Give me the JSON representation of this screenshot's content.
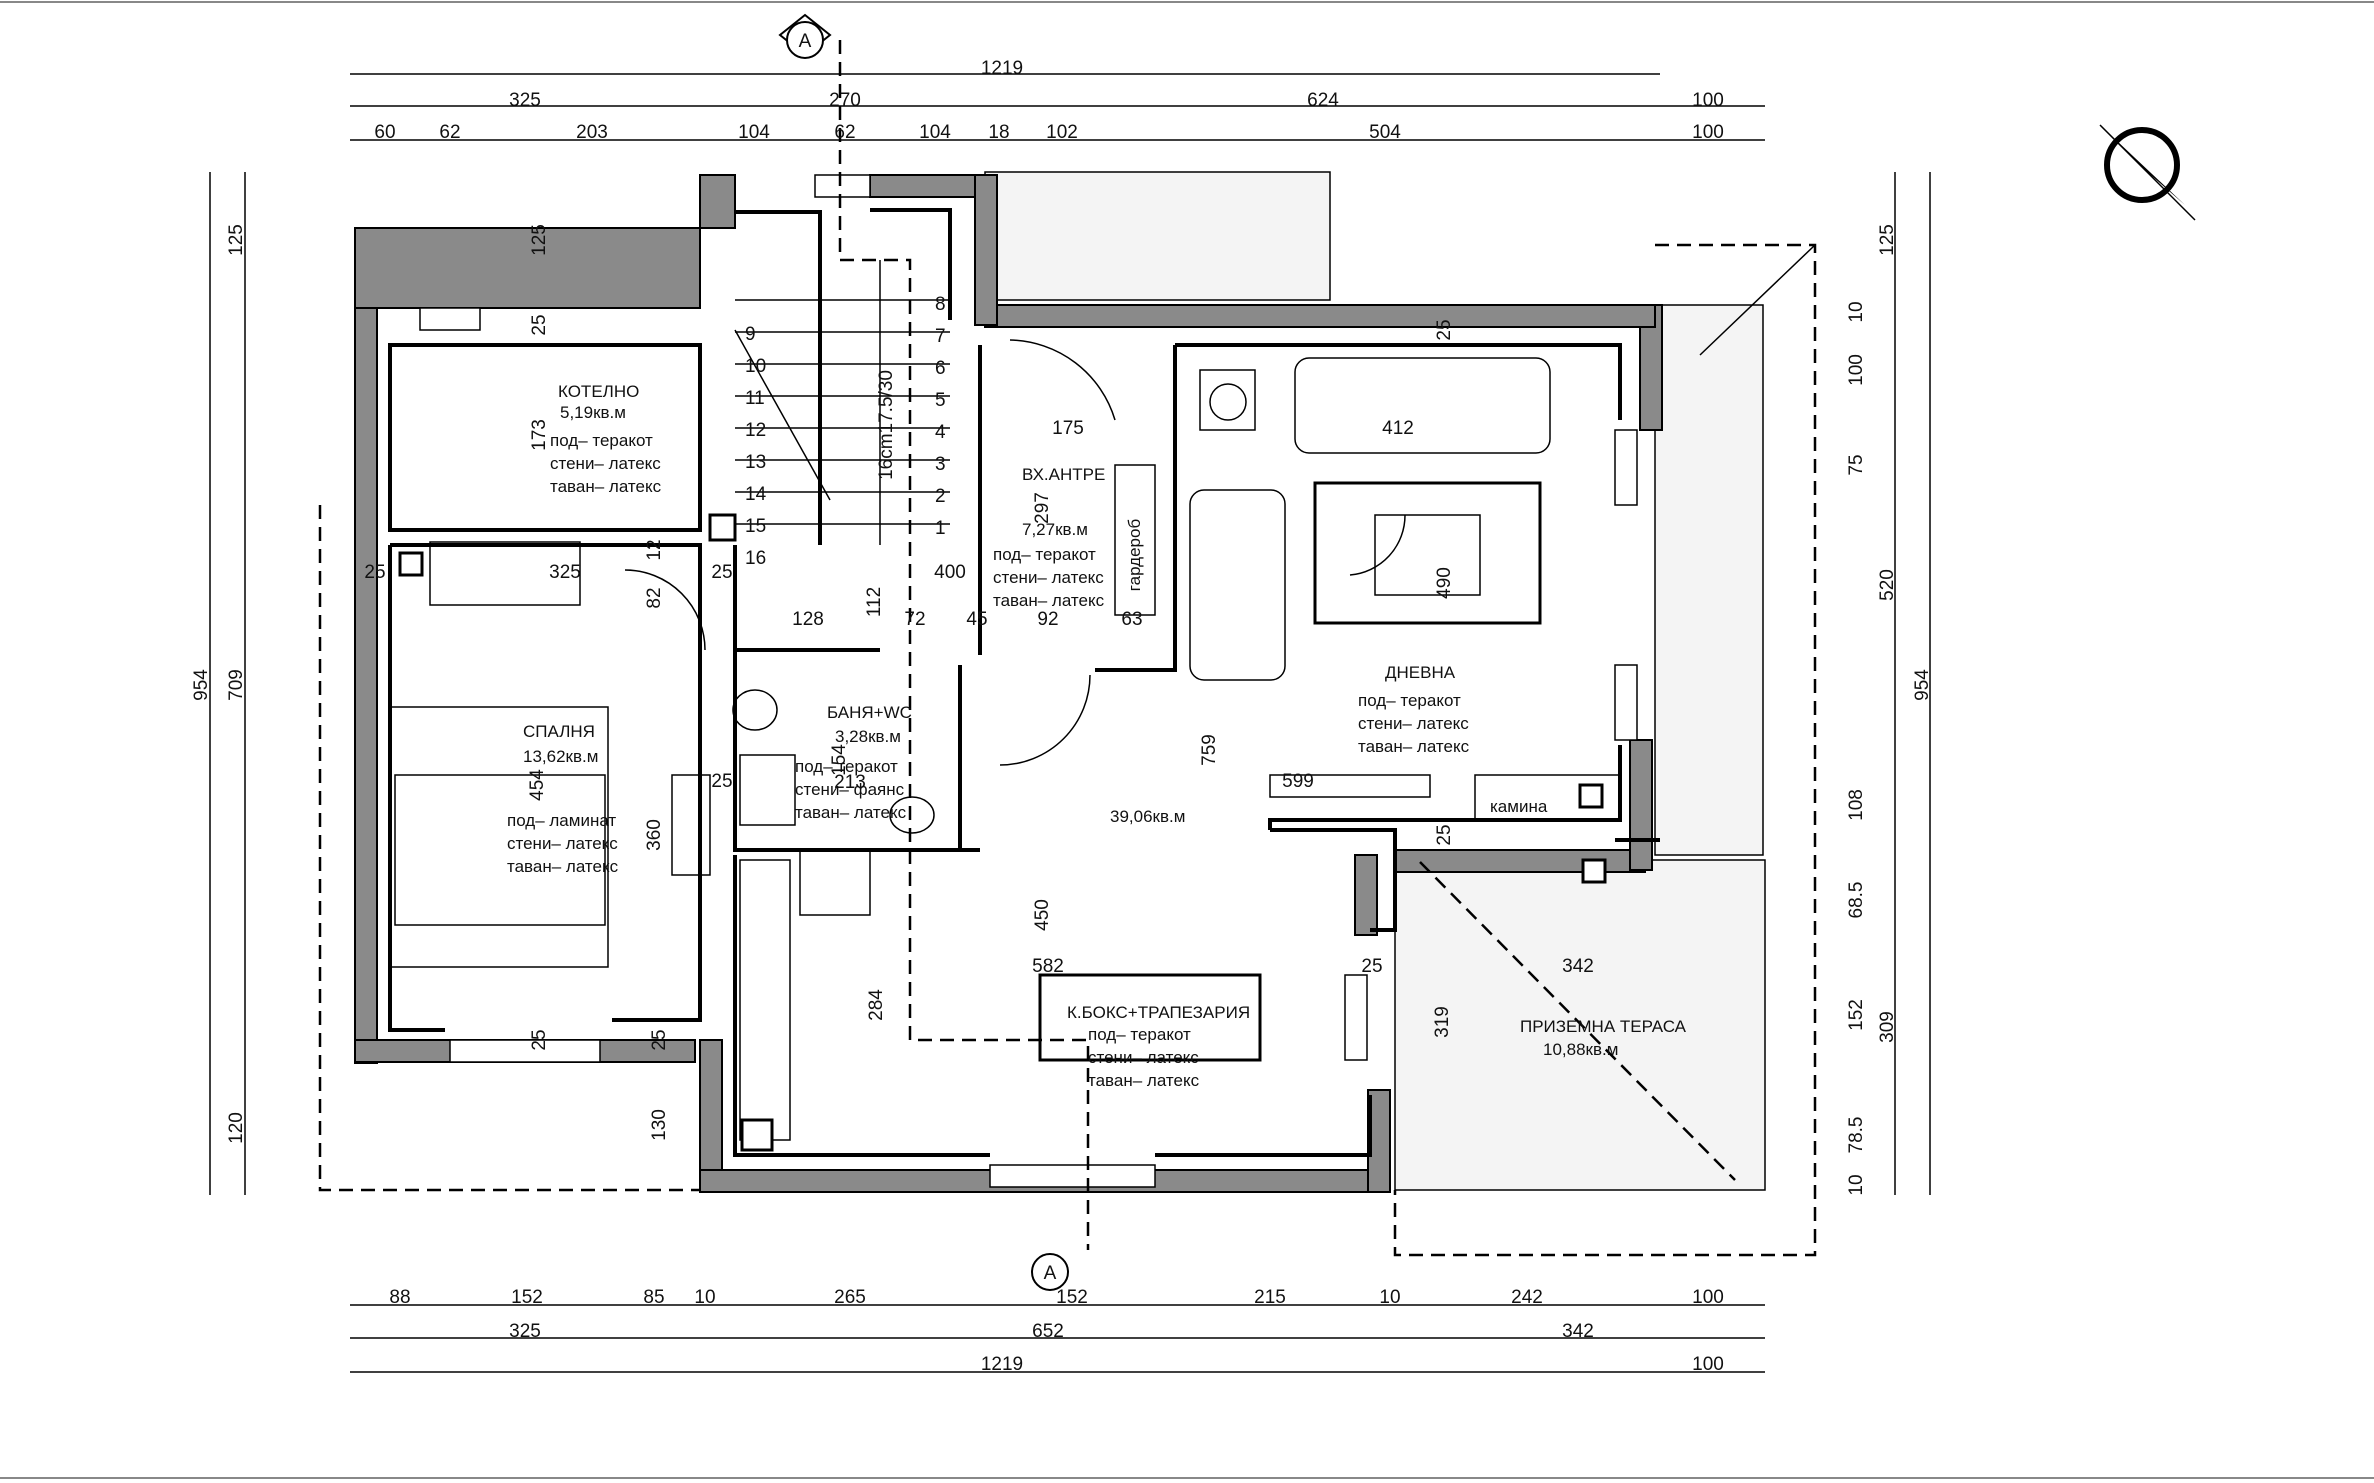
{
  "section_marks": {
    "top": "A",
    "bottom": "A"
  },
  "dims_top_row1": [
    "1219"
  ],
  "dims_top_row2": [
    "325",
    "270",
    "624",
    "100"
  ],
  "dims_top_row3": [
    "60",
    "62",
    "203",
    "104",
    "62",
    "104",
    "18",
    "102",
    "504",
    "100"
  ],
  "dims_bottom_row1": [
    "88",
    "152",
    "85",
    "10",
    "265",
    "152",
    "215",
    "10",
    "242",
    "100"
  ],
  "dims_bottom_row2": [
    "325",
    "652",
    "342"
  ],
  "dims_bottom_row3": [
    "1219",
    "100"
  ],
  "dims_left": [
    "954",
    "709",
    "125",
    "120"
  ],
  "dims_right": [
    "125",
    "10",
    "100",
    "75",
    "520",
    "954",
    "108",
    "68.5",
    "152",
    "309",
    "78.5",
    "10"
  ],
  "interior_dims": [
    "125",
    "25",
    "173",
    "175",
    "16cm17.5/30",
    "297",
    "400",
    "25",
    "82",
    "25",
    "325",
    "12",
    "128",
    "112",
    "72",
    "45",
    "92",
    "63",
    "759",
    "412",
    "490",
    "25",
    "599",
    "25",
    "154",
    "213",
    "25",
    "454",
    "360",
    "450",
    "582",
    "284",
    "25",
    "319",
    "342",
    "25",
    "25",
    "130"
  ],
  "stair_numbers": [
    "8",
    "7",
    "6",
    "5",
    "4",
    "3",
    "2",
    "1",
    "9",
    "10",
    "11",
    "12",
    "13",
    "14",
    "15",
    "16"
  ],
  "rooms": {
    "boiler": {
      "name": "КОТЕЛНО",
      "area": "5,19кв.м",
      "floor": "под– теракот",
      "walls": "стени– латекс",
      "ceiling": "таван– латекс"
    },
    "entry": {
      "name": "ВХ.АНТРЕ",
      "area": "7,27кв.м",
      "floor": "под– теракот",
      "walls": "стени– латекс",
      "ceiling": "таван– латекс"
    },
    "bedroom": {
      "name": "СПАЛНЯ",
      "area": "13,62кв.м",
      "floor": "под– ламинат",
      "walls": "стени– латекс",
      "ceiling": "таван– латекс"
    },
    "bath": {
      "name": "БАНЯ+WC",
      "area": "3,28кв.м",
      "floor": "под– теракот",
      "walls": "стени– фаянс",
      "ceiling": "таван– латекс"
    },
    "living": {
      "name": "ДНЕВНА",
      "floor": "под– теракот",
      "walls": "стени– латекс",
      "ceiling": "таван– латекс"
    },
    "living_area": "39,06кв.м",
    "kitchen": {
      "name": "К.БОКС+ТРАПЕЗАРИЯ",
      "floor": "под– теракот",
      "walls": "стени– латекс",
      "ceiling": "таван– латекс"
    },
    "terrace": {
      "name": "ПРИЗЕМНА ТЕРАСА",
      "area": "10,88кв.м"
    }
  },
  "labels": {
    "wardrobe": "гардероб",
    "fireplace": "камина"
  }
}
